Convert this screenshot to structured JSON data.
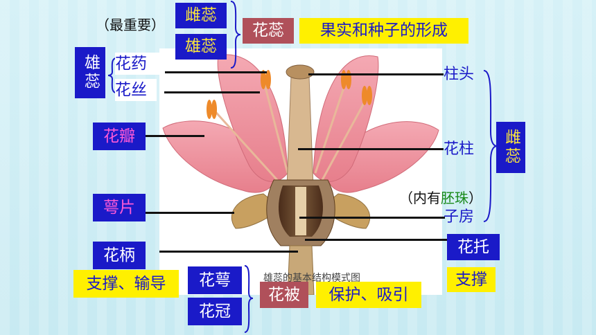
{
  "labels": {
    "most_important": "（最重要）",
    "pistil_top": "雌蕊",
    "stamen_top": "雄蕊",
    "flower_pistil_stamen": "花蕊",
    "fruit_seed": "果实和种子的形成",
    "stamen_left": "雄蕊",
    "anther": "花药",
    "filament": "花丝",
    "petal": "花瓣",
    "sepal": "萼片",
    "pedicel": "花柄",
    "support_conduct": "支撑、输导",
    "calyx": "花萼",
    "corolla": "花冠",
    "perianth": "花被",
    "protect_attract": "保护、吸引",
    "stigma": "柱头",
    "style": "花柱",
    "pistil_right": "雌蕊",
    "contains_prefix": "（内有",
    "ovule": "胚珠",
    "contains_suffix": "）",
    "ovary": "子房",
    "receptacle": "花托",
    "support": "支撑",
    "caption_fragment": "雄蕊的基本结构模式图"
  },
  "colors": {
    "blue_box": "#1a1ac8",
    "yellow_box": "#fff000",
    "red_box": "#b0505a",
    "petal_pink": "#ef9aa4"
  }
}
